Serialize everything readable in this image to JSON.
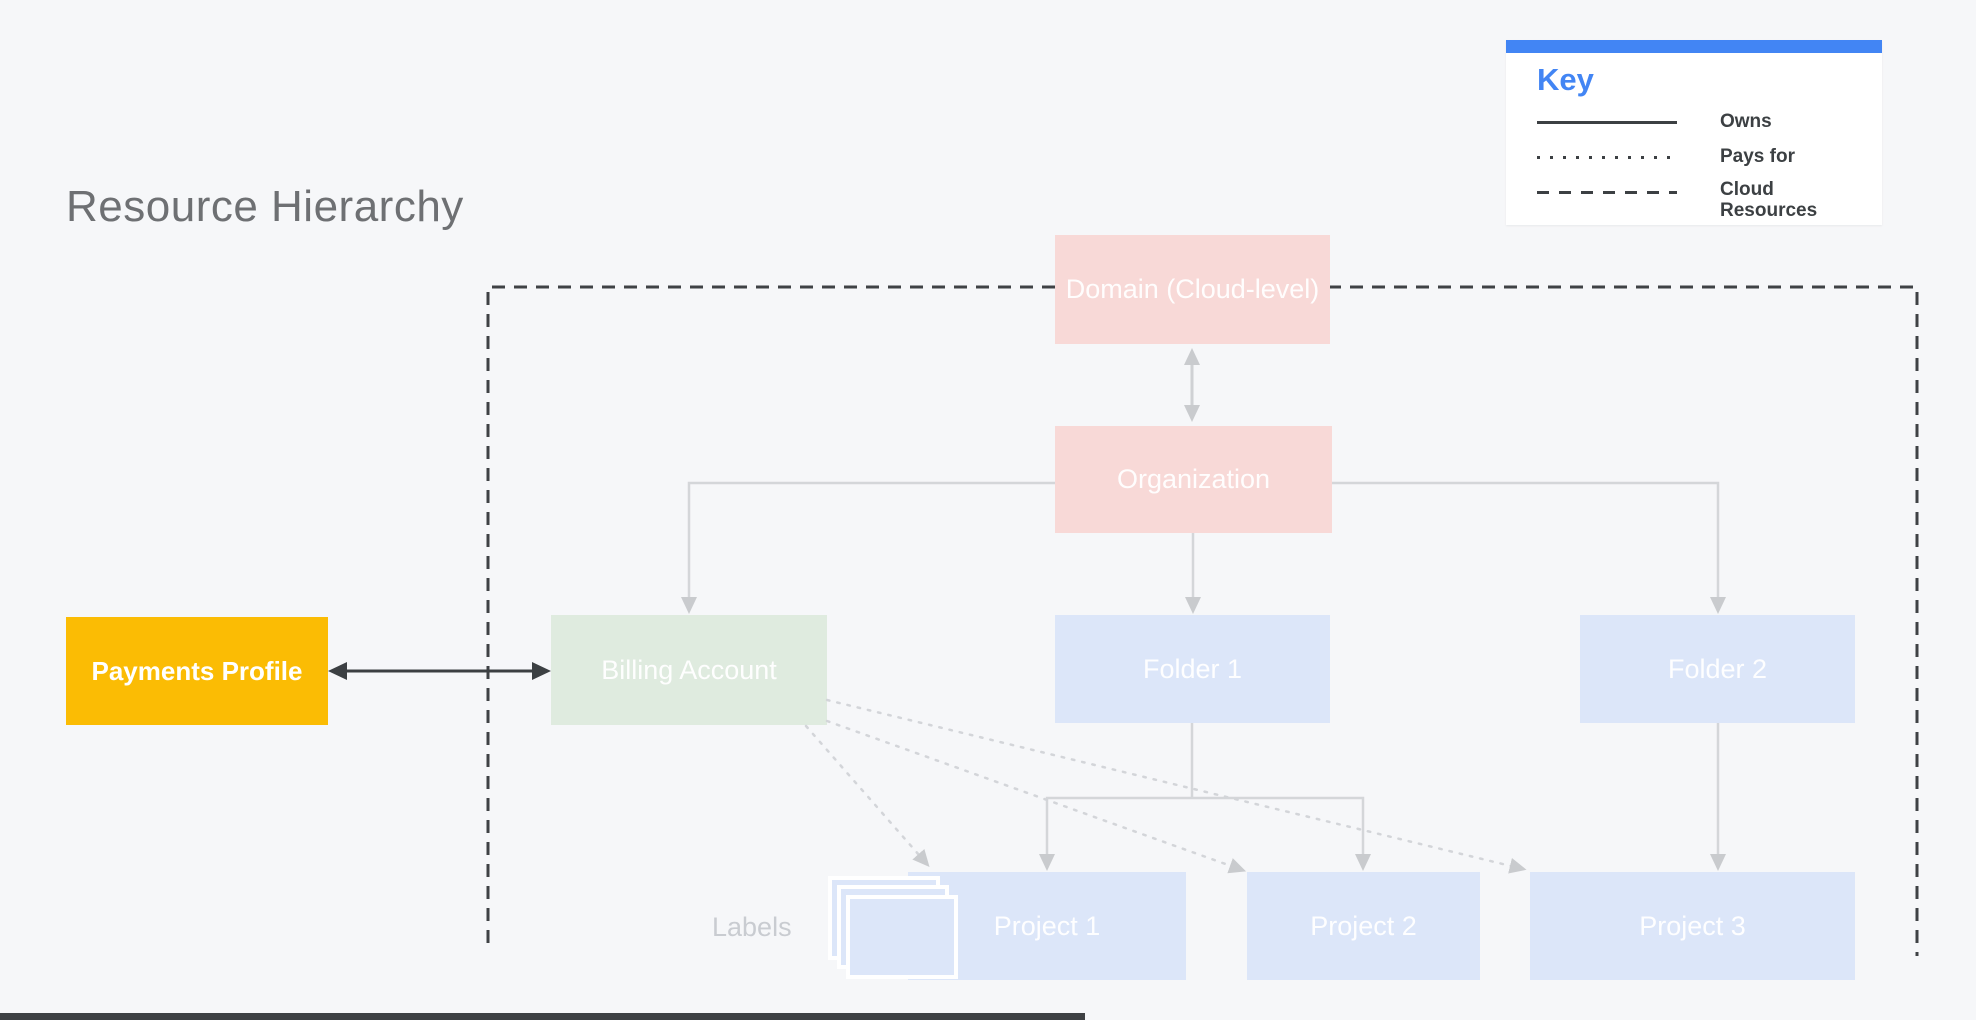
{
  "title": "Resource Hierarchy",
  "legend": {
    "title": "Key",
    "items": [
      {
        "line_style": "solid",
        "label": "Owns"
      },
      {
        "line_style": "dotted",
        "label": "Pays for"
      },
      {
        "line_style": "dashed",
        "label": "Cloud Resources"
      }
    ]
  },
  "nodes": {
    "domain": "Domain (Cloud-level)",
    "organization": "Organization",
    "payments_profile": "Payments Profile",
    "billing_account": "Billing Account",
    "folder1": "Folder 1",
    "folder2": "Folder 2",
    "project1": "Project 1",
    "project2": "Project 2",
    "project3": "Project 3"
  },
  "annotations": {
    "labels_caption": "Labels"
  },
  "colors": {
    "background": "#f6f7f9",
    "domain_org_fill": "#f8d9d7",
    "billing_fill": "#dfebdf",
    "folder_project_fill": "#dce6f9",
    "payments_fill": "#fbbc04",
    "accent_blue": "#4285f4",
    "dark_line": "#3c4043",
    "light_connector": "#d4d6d9"
  }
}
